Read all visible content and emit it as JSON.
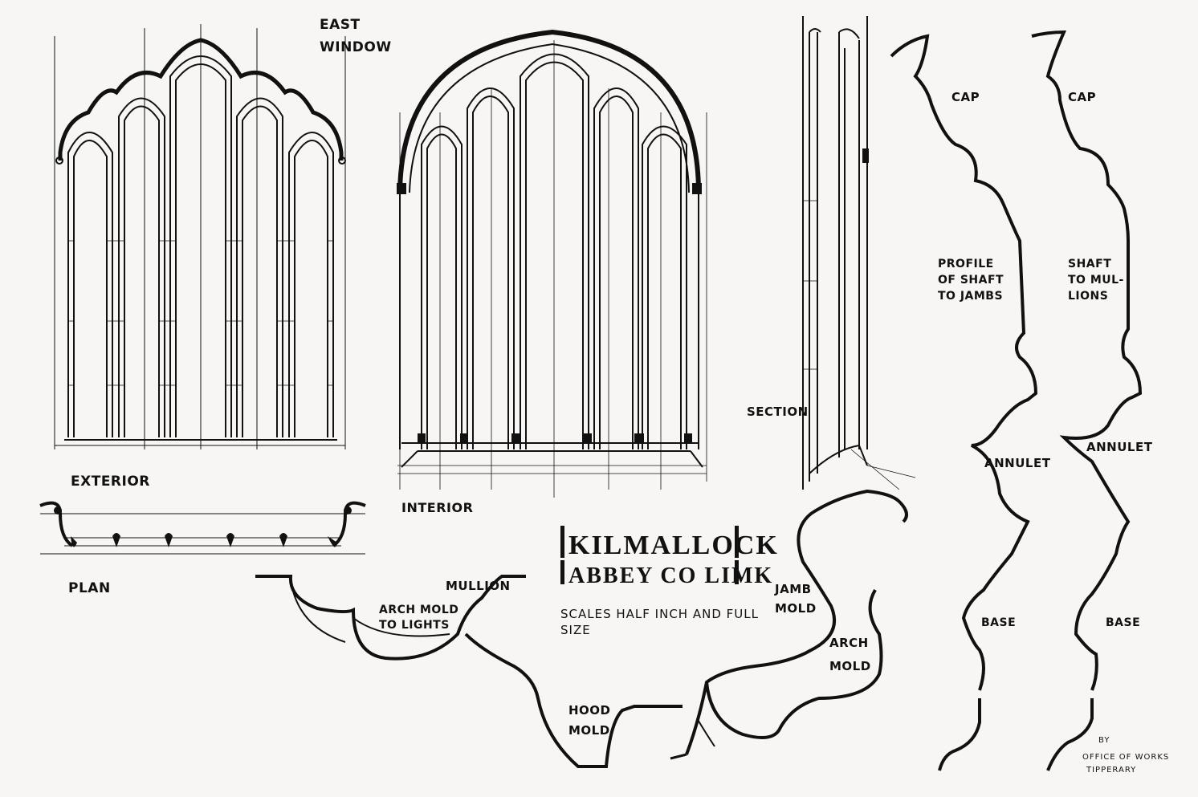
{
  "labels": {
    "east_window_1": "EAST",
    "east_window_2": "WINDOW",
    "exterior": "EXTERIOR",
    "interior": "INTERIOR",
    "plan": "PLAN",
    "section": "SECTION",
    "cap_left": "CAP",
    "cap_right": "CAP",
    "profile_1": "PROFILE",
    "profile_2": "OF SHAFT",
    "profile_3": "TO JAMBS",
    "shaft_1": "SHAFT",
    "shaft_2": "TO MUL-",
    "shaft_3": "LIONS",
    "annulet_left": "ANNULET",
    "annulet_right": "ANNULET",
    "base_left": "BASE",
    "base_right": "BASE",
    "mullion": "MULLION",
    "arch_mold_lights_1": "ARCH MOLD",
    "arch_mold_lights_2": "TO LIGHTS",
    "jamb_1": "JAMB",
    "jamb_2": "MOLD",
    "arch_mold_1": "ARCH",
    "arch_mold_2": "MOLD",
    "hood_1": "HOOD",
    "hood_2": "MOLD"
  },
  "title_block": {
    "line1": "KILMALLOCK",
    "line2": "ABBEY CO LIMK",
    "scale_1": "SCALES HALF INCH AND FULL",
    "scale_2": "SIZE"
  },
  "credit": {
    "line1": "BY",
    "line2": "OFFICE OF WORKS",
    "line3": "TIPPERARY"
  },
  "colors": {
    "ink": "#111111",
    "paper": "#f7f6f4"
  }
}
